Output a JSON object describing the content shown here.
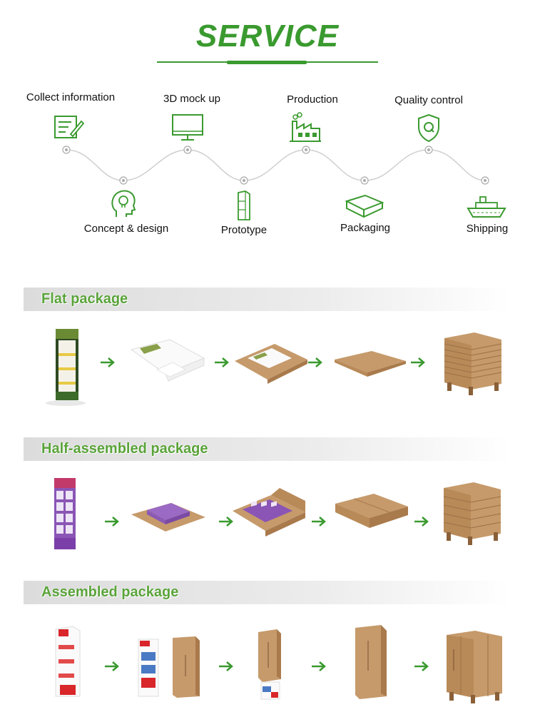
{
  "header": {
    "title": "SERVICE"
  },
  "colors": {
    "accent": "#3a9a2f",
    "cardboard": "#c69a6b",
    "cardboard_dark": "#a97a4c"
  },
  "process": {
    "top_steps": [
      {
        "label": "Collect information",
        "icon": "checklist-icon"
      },
      {
        "label": "3D mock up",
        "icon": "monitor-icon"
      },
      {
        "label": "Production",
        "icon": "factory-icon"
      },
      {
        "label": "Quality control",
        "icon": "shield-q-icon"
      }
    ],
    "bottom_steps": [
      {
        "label": "Concept & design",
        "icon": "head-bulb-icon"
      },
      {
        "label": "Prototype",
        "icon": "display-stand-icon"
      },
      {
        "label": "Packaging",
        "icon": "box-icon"
      },
      {
        "label": "Shipping",
        "icon": "ship-icon"
      }
    ]
  },
  "sections": [
    {
      "title": "Flat package"
    },
    {
      "title": "Half-assembled package"
    },
    {
      "title": "Assembled package"
    }
  ]
}
